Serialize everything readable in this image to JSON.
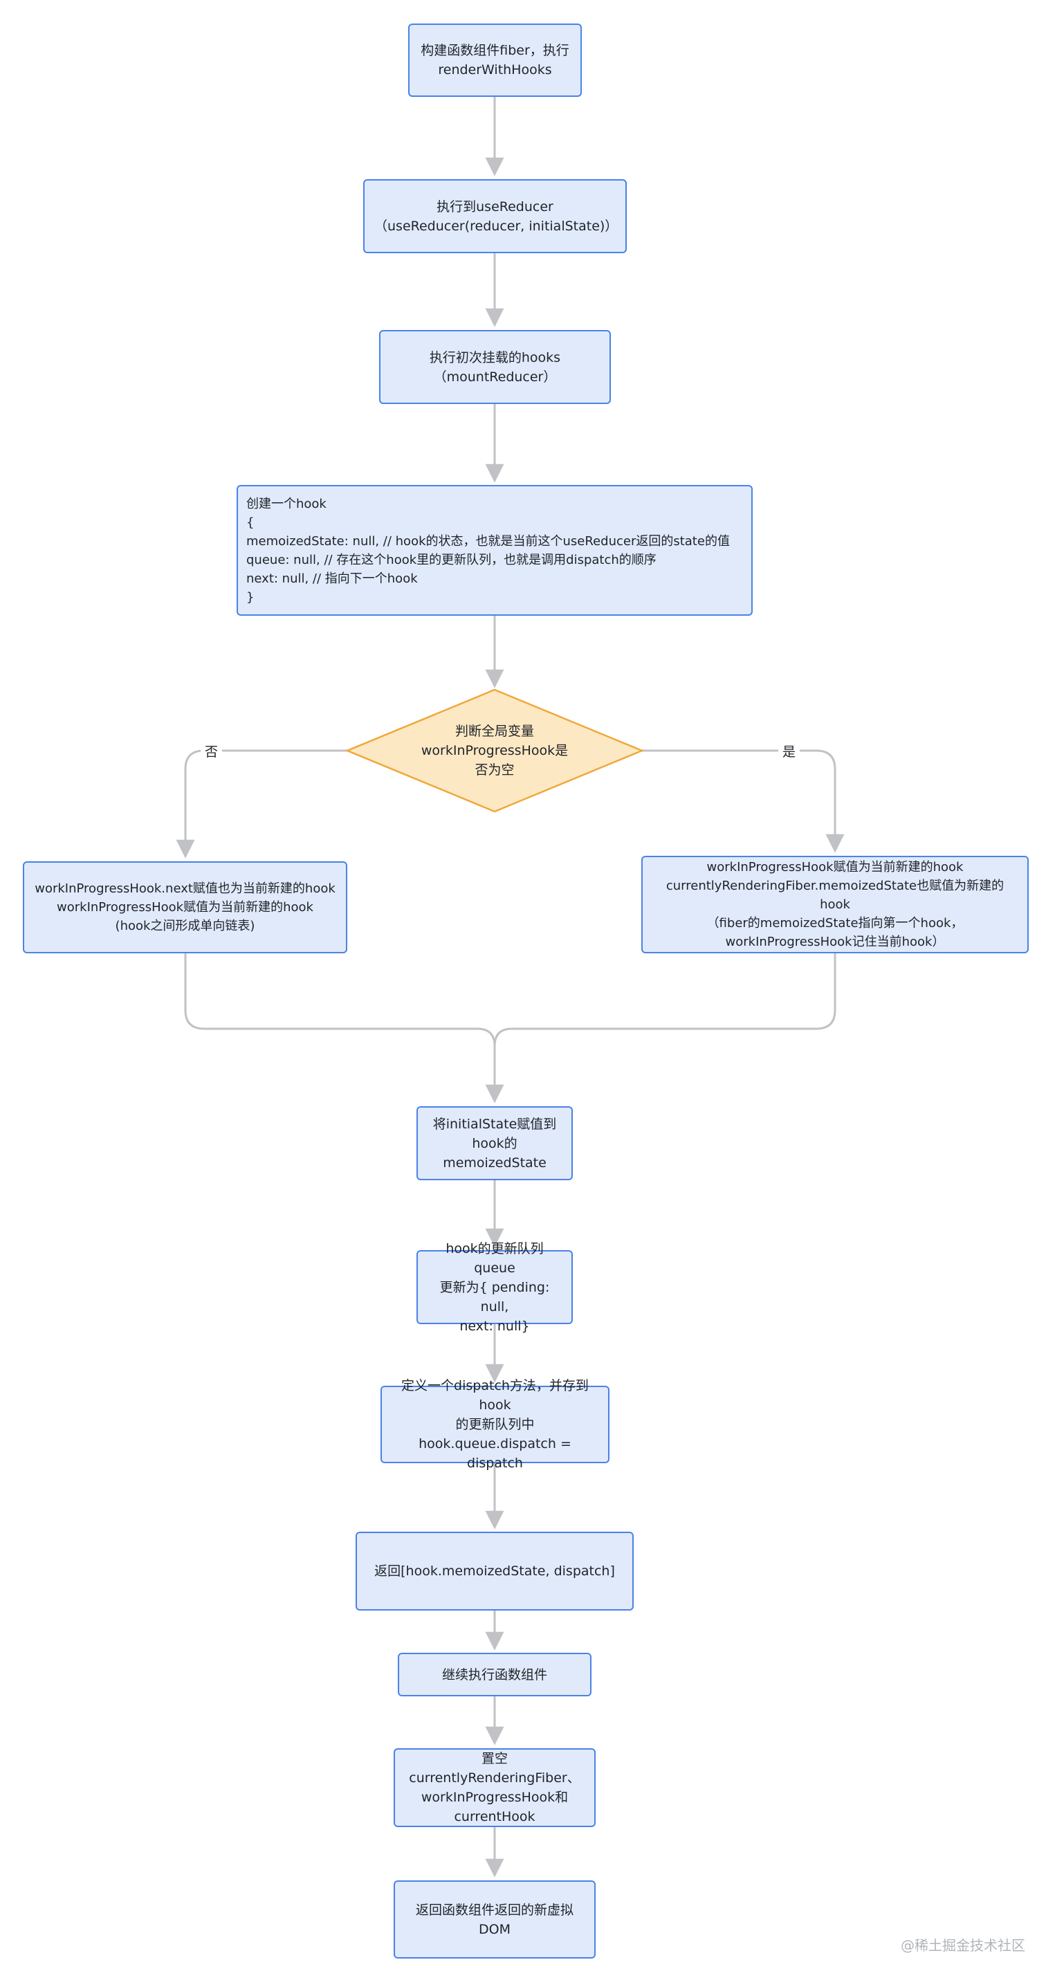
{
  "nodes": {
    "build_fiber": "构建函数组件fiber，执行\nrenderWithHooks",
    "exec_use_reducer": "执行到useReducer\n（useReducer(reducer, initialState)）",
    "mount_hooks": "执行初次挂载的hooks\n（mountReducer）",
    "create_hook": "创建一个hook\n{\n  memoizedState: null, // hook的状态，也就是当前这个useReducer返回的state的值\n  queue: null, // 存在这个hook里的更新队列，也就是调用dispatch的顺序\n  next: null, // 指向下一个hook\n}",
    "check_wip": "判断全局变量\nworkInProgressHook是\n否为空",
    "branch_no": "workInProgressHook.next赋值也为当前新建的hook\nworkInProgressHook赋值为当前新建的hook\n(hook之间形成单向链表)",
    "branch_yes": "workInProgressHook赋值为当前新建的hook\ncurrentlyRenderingFiber.memoizedState也赋值为新建的hook\n（fiber的memoizedState指向第一个hook，\nworkInProgressHook记住当前hook）",
    "assign_initial": "将initialState赋值到\nhook的memoizedState",
    "update_queue": "hook的更新队列queue\n更新为{ pending: null,\nnext: null}",
    "define_dispatch": "定义一个dispatch方法，并存到hook\n的更新队列中\nhook.queue.dispatch = dispatch",
    "return_tuple": "返回[hook.memoizedState, dispatch]",
    "continue_exec": "继续执行函数组件",
    "reset_globals": "置空currentlyRenderingFiber、\nworkInProgressHook和\ncurrentHook",
    "return_dom": "返回函数组件返回的新虚拟DOM"
  },
  "edge_labels": {
    "no": "否",
    "yes": "是"
  },
  "watermark": "@稀土掘金技术社区",
  "colors": {
    "node_fill": "#e1eafb",
    "node_border": "#4a82e8",
    "decision_fill": "#fde8c4",
    "decision_border": "#f0a83a",
    "edge": "#c0c2c5"
  }
}
